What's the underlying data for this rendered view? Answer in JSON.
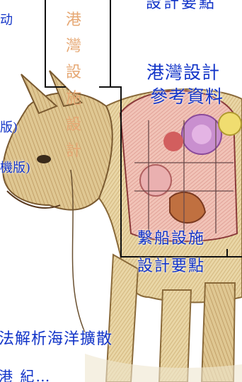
{
  "vertical_title": [
    "港",
    "灣",
    "設",
    "施",
    "設",
    "計"
  ],
  "labels": {
    "top_right": "設計要點",
    "left_top": "动",
    "left_mid1": "版)",
    "left_mid2": "機版)",
    "right_block_line1": "港灣設計",
    "right_block_line2": "參考資料",
    "lower_right_line1": "繫船設施",
    "lower_right_line2": "設計要點",
    "bottom_line1": "法解析海洋擴散",
    "bottom_line2": "港   紀…"
  },
  "colors": {
    "text_blue": "#1234c8",
    "text_orange": "#e6a874",
    "line": "#111111"
  }
}
